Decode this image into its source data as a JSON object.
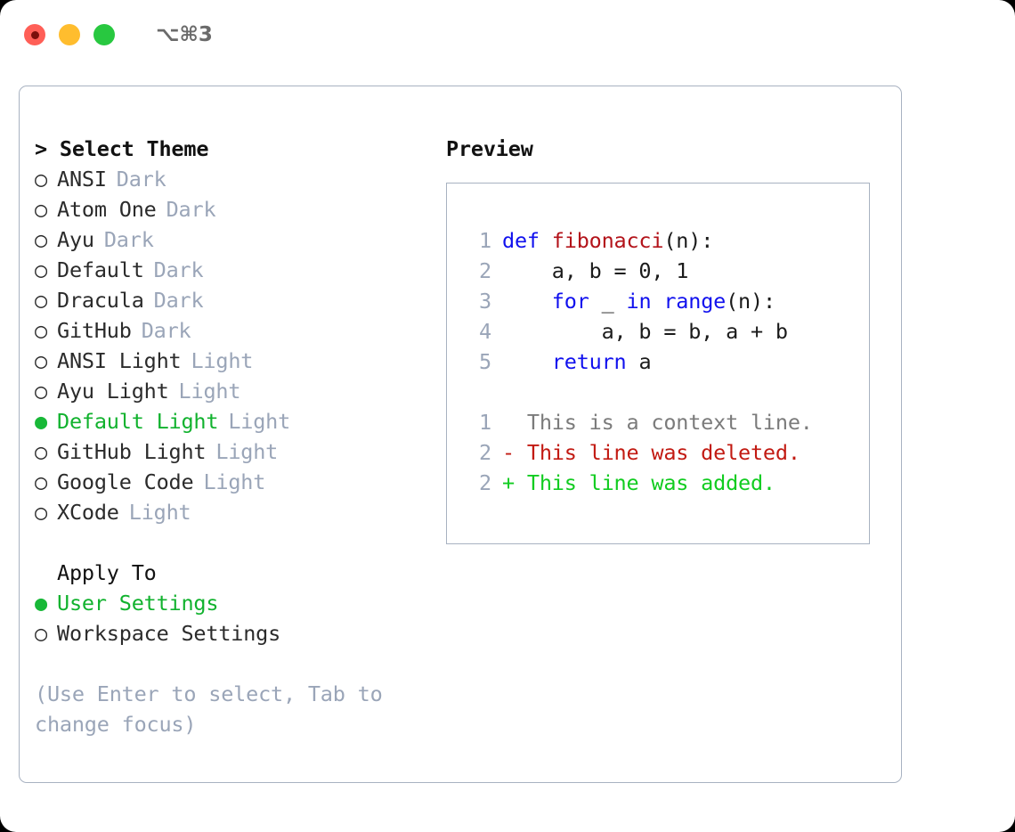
{
  "titlebar": {
    "shortcut": "⌥⌘3",
    "buttons": [
      {
        "name": "close",
        "color": "#ff5f57"
      },
      {
        "name": "minimize",
        "color": "#ffbd2e"
      },
      {
        "name": "maximize",
        "color": "#28c840"
      }
    ]
  },
  "theme_panel": {
    "header": "> Select Theme",
    "items": [
      {
        "bullet": "○",
        "label": "ANSI",
        "variant": "Dark",
        "selected": false
      },
      {
        "bullet": "○",
        "label": "Atom One",
        "variant": "Dark",
        "selected": false
      },
      {
        "bullet": "○",
        "label": "Ayu",
        "variant": "Dark",
        "selected": false
      },
      {
        "bullet": "○",
        "label": "Default",
        "variant": "Dark",
        "selected": false
      },
      {
        "bullet": "○",
        "label": "Dracula",
        "variant": "Dark",
        "selected": false
      },
      {
        "bullet": "○",
        "label": "GitHub",
        "variant": "Dark",
        "selected": false
      },
      {
        "bullet": "○",
        "label": "ANSI Light",
        "variant": "Light",
        "selected": false
      },
      {
        "bullet": "○",
        "label": "Ayu Light",
        "variant": "Light",
        "selected": false
      },
      {
        "bullet": "●",
        "label": "Default Light",
        "variant": "Light",
        "selected": true
      },
      {
        "bullet": "○",
        "label": "GitHub Light",
        "variant": "Light",
        "selected": false
      },
      {
        "bullet": "○",
        "label": "Google Code",
        "variant": "Light",
        "selected": false
      },
      {
        "bullet": "○",
        "label": "XCode",
        "variant": "Light",
        "selected": false
      }
    ]
  },
  "apply_to": {
    "header": "Apply To",
    "items": [
      {
        "bullet": "●",
        "label": "User Settings",
        "selected": true
      },
      {
        "bullet": "○",
        "label": "Workspace Settings",
        "selected": false
      }
    ]
  },
  "help_text": "(Use Enter to select, Tab to change focus)",
  "preview": {
    "title": "Preview",
    "code_lines": [
      {
        "no": "1",
        "tokens": [
          {
            "t": "def ",
            "k": "kw"
          },
          {
            "t": "fibonacci",
            "k": "fn"
          },
          {
            "t": "(n):",
            "k": "plain"
          }
        ]
      },
      {
        "no": "2",
        "tokens": [
          {
            "t": "    a, b = 0, 1",
            "k": "plain"
          }
        ]
      },
      {
        "no": "3",
        "tokens": [
          {
            "t": "    ",
            "k": "plain"
          },
          {
            "t": "for ",
            "k": "kw"
          },
          {
            "t": "_ ",
            "k": "plain"
          },
          {
            "t": "in ",
            "k": "kw"
          },
          {
            "t": "range",
            "k": "kw"
          },
          {
            "t": "(n):",
            "k": "plain"
          }
        ]
      },
      {
        "no": "4",
        "tokens": [
          {
            "t": "        a, b = b, a + b",
            "k": "plain"
          }
        ]
      },
      {
        "no": "5",
        "tokens": [
          {
            "t": "    ",
            "k": "plain"
          },
          {
            "t": "return ",
            "k": "kw"
          },
          {
            "t": "a",
            "k": "plain"
          }
        ]
      }
    ],
    "diff_lines": [
      {
        "no": "1",
        "marker": "  ",
        "text": "This is a context line.",
        "kind": "ctx"
      },
      {
        "no": "2",
        "marker": "- ",
        "text": "This line was deleted.",
        "kind": "del"
      },
      {
        "no": "2",
        "marker": "+ ",
        "text": "This line was added.",
        "kind": "add"
      }
    ]
  },
  "colors": {
    "selected_green": "#11b22e",
    "muted_gray": "#9aa5b8",
    "keyword_blue": "#1111ee",
    "function_red": "#b3131a",
    "diff_added": "#11cc20",
    "diff_deleted": "#c21a12",
    "border": "#a8b2c1"
  }
}
